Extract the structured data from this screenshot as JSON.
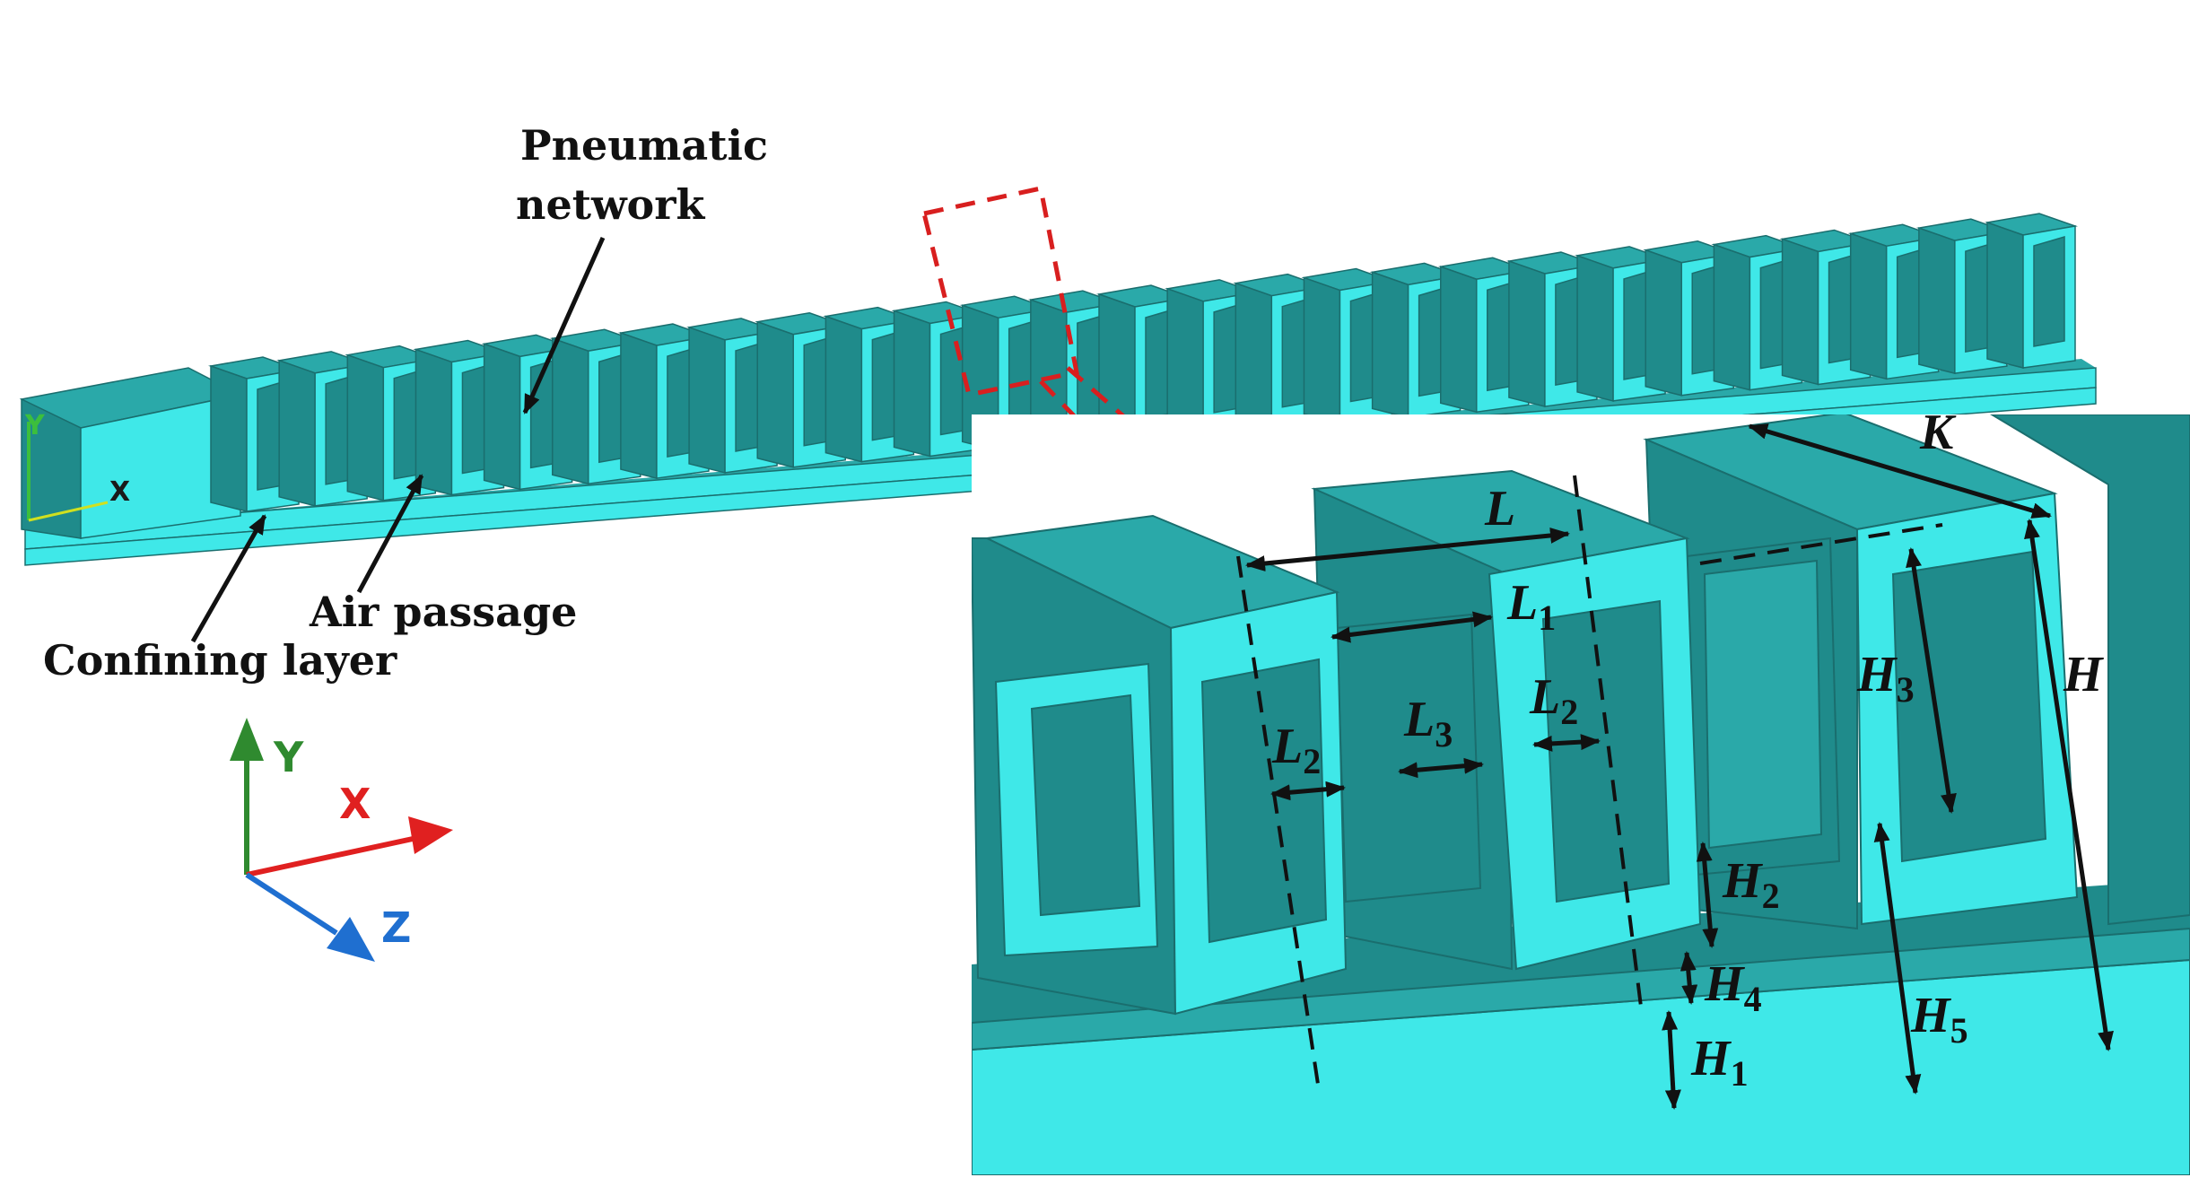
{
  "labels": {
    "pneumatic_network_line1": "Pneumatic",
    "pneumatic_network_line2": "network",
    "air_passage": "Air passage",
    "confining_layer": "Confining layer"
  },
  "triad": {
    "y": "Y",
    "x": "X",
    "z": "Z"
  },
  "model_triad": {
    "y": "Y",
    "x": "X"
  },
  "dimensions": {
    "L": "L",
    "L1": "L",
    "L1_sub": "1",
    "L2a": "L",
    "L2a_sub": "2",
    "L2b": "L",
    "L2b_sub": "2",
    "L3": "L",
    "L3_sub": "3",
    "K": "K",
    "H": "H",
    "H1": "H",
    "H1_sub": "1",
    "H2": "H",
    "H2_sub": "2",
    "H3": "H",
    "H3_sub": "3",
    "H4": "H",
    "H4_sub": "4",
    "H5": "H",
    "H5_sub": "5"
  },
  "colors": {
    "light_cyan": "#3fe8e8",
    "dark_teal": "#1f8b8b",
    "mid_teal": "#2aa9a9",
    "highlight": "#d81f1f",
    "axis_x": "#e02020",
    "axis_y": "#2f8a2f",
    "axis_z": "#1f6fd0"
  },
  "chamber_count": 27
}
